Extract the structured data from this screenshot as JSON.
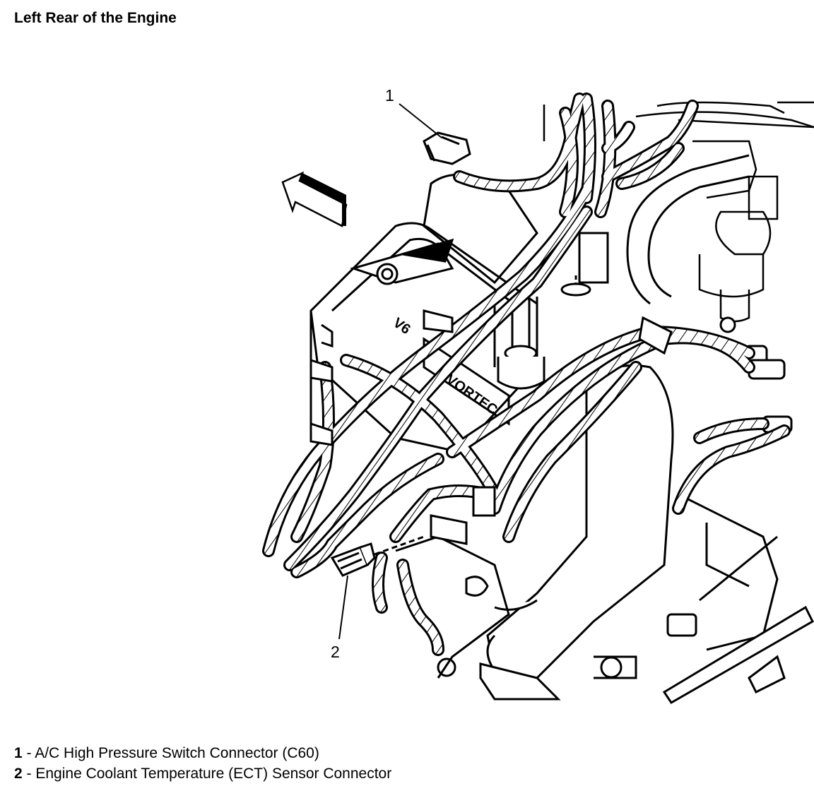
{
  "title": "Left Rear of the Engine",
  "callouts": [
    {
      "number": "1"
    },
    {
      "number": "2"
    }
  ],
  "engine_markings": {
    "v6": "V6",
    "brand": "VORTEC"
  },
  "legend": [
    {
      "number": "1",
      "separator": " - ",
      "text": "A/C High Pressure Switch Connector (C60)"
    },
    {
      "number": "2",
      "separator": " - ",
      "text": "Engine Coolant Temperature (ECT) Sensor Connector"
    }
  ],
  "colors": {
    "line": "#000000",
    "background": "#ffffff"
  },
  "icons": [
    "forward-direction-arrow-icon"
  ]
}
